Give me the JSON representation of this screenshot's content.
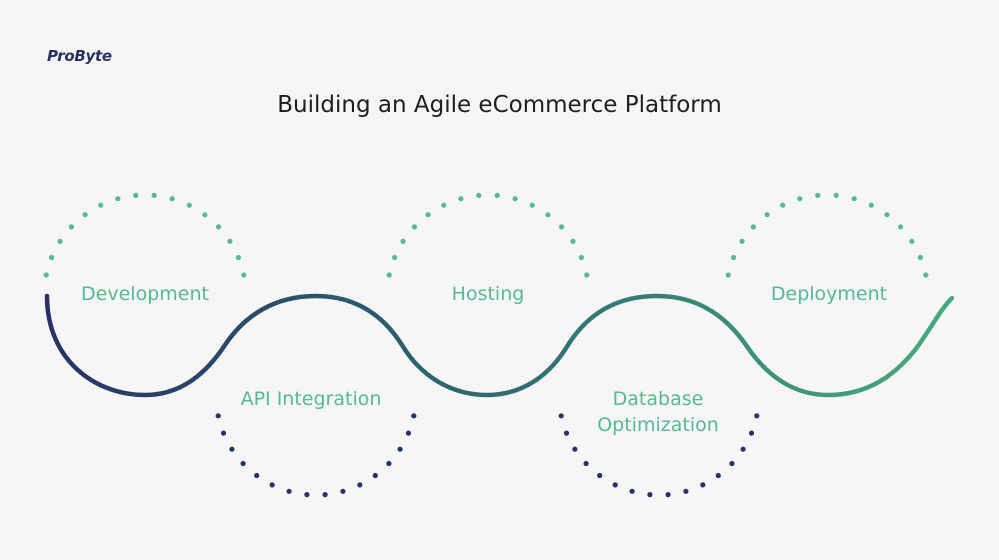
{
  "brand": {
    "logo_text": "ProByte"
  },
  "title": "Building an Agile eCommerce Platform",
  "stages": {
    "development": "Development",
    "api_integration": "API Integration",
    "hosting": "Hosting",
    "database_line1": "Database",
    "database_line2": "Optimization",
    "deployment": "Deployment"
  },
  "colors": {
    "background": "#f6f6f6",
    "dot_green": "#56b990",
    "dot_navy": "#263263",
    "wave_start": "#263263",
    "wave_end": "#46ab7f",
    "title": "#1e1e1e"
  }
}
